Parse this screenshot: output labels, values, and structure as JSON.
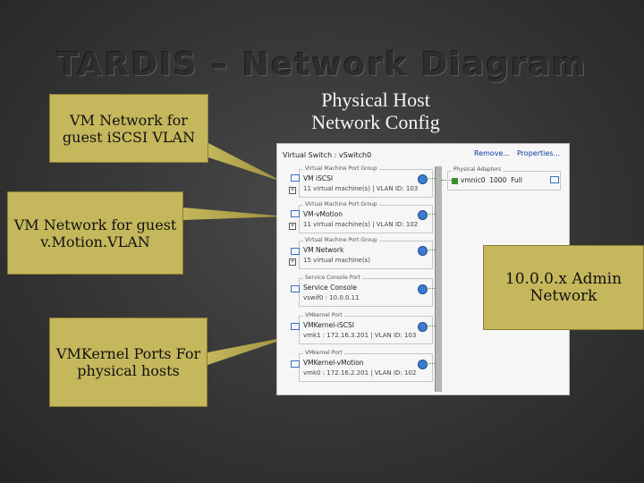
{
  "title": "TARDIS – Network Diagram",
  "subtitle": "Physical Host\nNetwork Config",
  "callouts": {
    "iscsi": "VM Network for guest iSCSI VLAN",
    "vmotion": "VM Network for guest v.Motion.VLAN",
    "admin": "10.0.0.x Admin Network",
    "vmkernel": "VMKernel Ports For physical hosts"
  },
  "vswitch": {
    "header": "Virtual Switch : vSwitch0",
    "remove": "Remove...",
    "properties": "Properties...",
    "port_groups": [
      {
        "caption": "Virtual Machine Port Group",
        "name": "VM iSCSI",
        "detail": "11 virtual machine(s) | VLAN ID: 103"
      },
      {
        "caption": "Virtual Machine Port Group",
        "name": "VM-vMotion",
        "detail": "11 virtual machine(s) | VLAN ID: 102"
      },
      {
        "caption": "Virtual Machine Port Group",
        "name": "VM Network",
        "detail": "15 virtual machine(s)"
      },
      {
        "caption": "Service Console Port",
        "name": "Service Console",
        "detail": "vswif0 : 10.0.0.11"
      },
      {
        "caption": "VMkernel Port",
        "name": "VMKernel-iSCSI",
        "detail": "vmk1 : 172.16.3.201 | VLAN ID: 103"
      },
      {
        "caption": "VMkernel Port",
        "name": "VMKernel-vMotion",
        "detail": "vmk0 : 172.16.2.201 | VLAN ID: 102"
      }
    ],
    "adapters": {
      "caption": "Physical Adapters",
      "nic": "vmnic0",
      "speed": "1000",
      "duplex": "Full"
    }
  }
}
